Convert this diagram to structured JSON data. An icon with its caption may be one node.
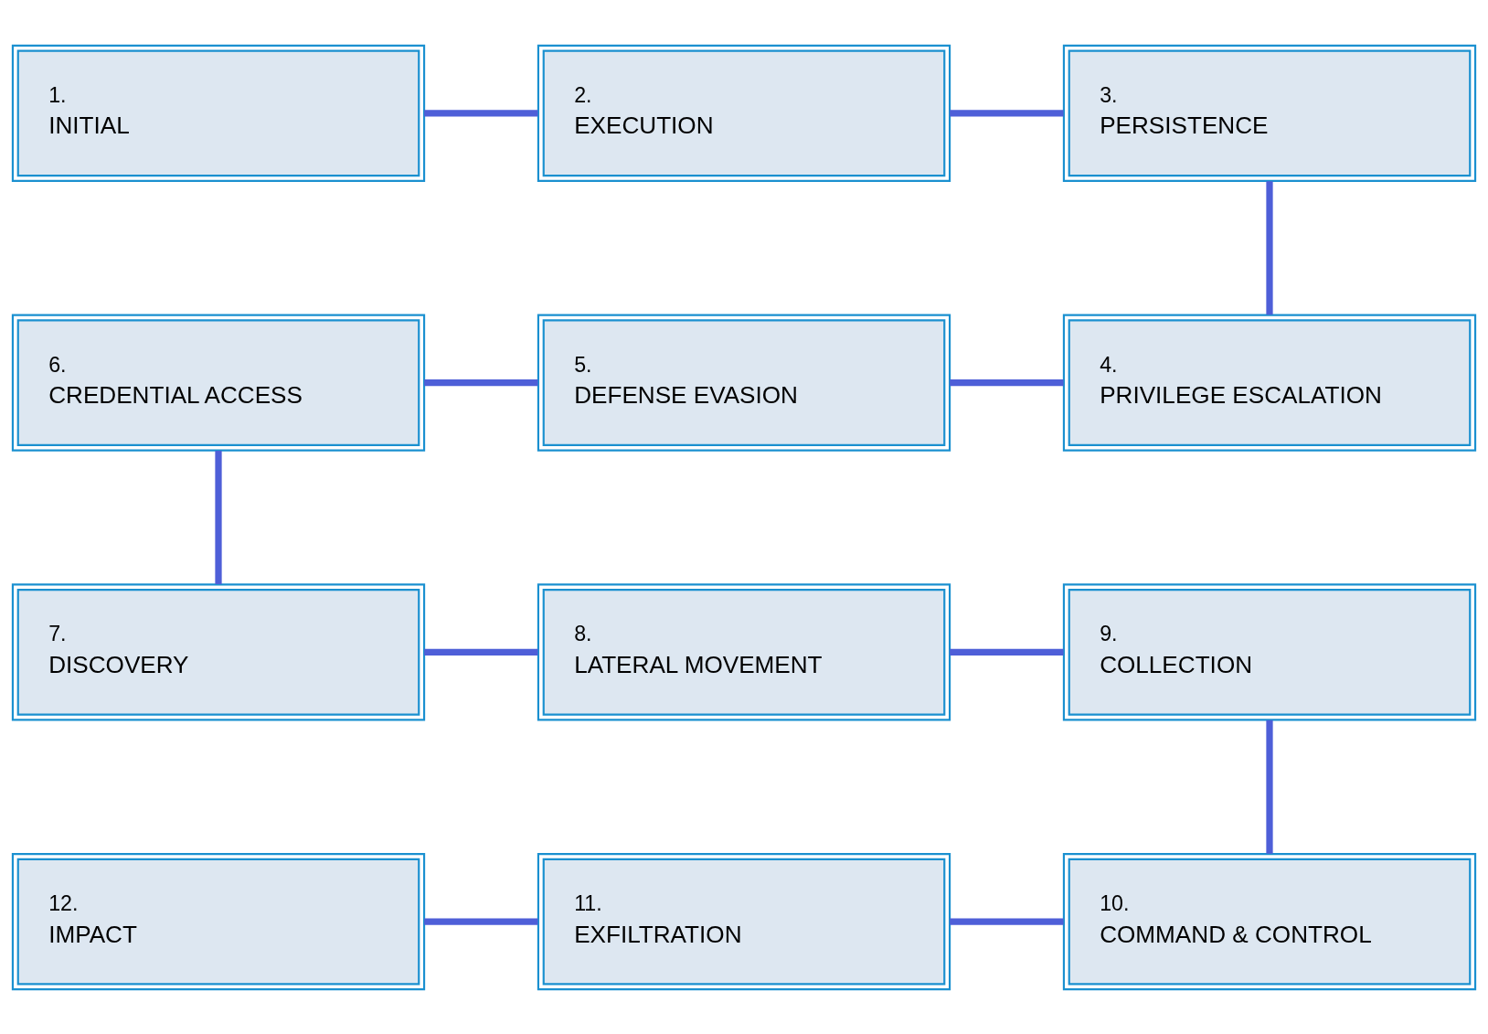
{
  "diagram": {
    "nodes": [
      {
        "text": [
          "1.",
          "INITIAL"
        ]
      },
      {
        "text": [
          "2.",
          "EXECUTION"
        ]
      },
      {
        "text": [
          "3.",
          "PERSISTENCE"
        ]
      },
      {
        "text": [
          "4.",
          "PRIVILEGE ESCALATION"
        ]
      },
      {
        "text": [
          "5.",
          "DEFENSE EVASION"
        ]
      },
      {
        "text": [
          "6.",
          "CREDENTIAL ACCESS"
        ]
      },
      {
        "text": [
          "7.",
          "DISCOVERY"
        ]
      },
      {
        "text": [
          "8.",
          "LATERAL MOVEMENT"
        ]
      },
      {
        "text": [
          "9.",
          "COLLECTION"
        ]
      },
      {
        "text": [
          "10.",
          "COMMAND & CONTROL"
        ]
      },
      {
        "text": [
          "11.",
          "EXFILTRATION"
        ]
      },
      {
        "text": [
          "12.",
          "IMPACT"
        ]
      }
    ],
    "edges": [
      {
        "from": 0,
        "to": 1,
        "arrow": "none"
      },
      {
        "from": 1,
        "to": 2,
        "arrow": "none"
      },
      {
        "from": 2,
        "to": 3,
        "arrow": "none"
      },
      {
        "from": 3,
        "to": 4,
        "arrow": "none"
      },
      {
        "from": 4,
        "to": 5,
        "arrow": "none"
      },
      {
        "from": 5,
        "to": 6,
        "arrow": "none"
      },
      {
        "from": 6,
        "to": 7,
        "arrow": "none"
      },
      {
        "from": 7,
        "to": 8,
        "arrow": "none"
      },
      {
        "from": 8,
        "to": 9,
        "arrow": "none"
      },
      {
        "from": 9,
        "to": 10,
        "arrow": "none"
      },
      {
        "from": 10,
        "to": 11,
        "arrow": "none"
      }
    ]
  }
}
